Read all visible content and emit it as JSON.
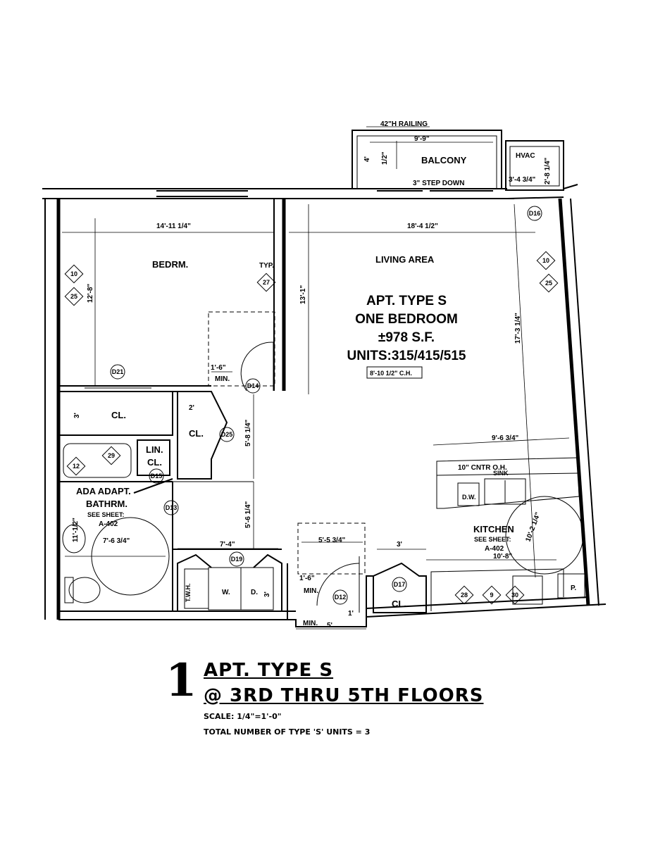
{
  "plan": {
    "balcony": {
      "railing": "42\"H RAILING",
      "width": "9'-9\"",
      "name": "BALCONY",
      "step": "3\" STEP DOWN",
      "depth": "4'",
      "depth2": "1/2\""
    },
    "hvac": {
      "name": "HVAC",
      "dim_w": "3'-4 3/4\"",
      "dim_h": "2'-8 1/4\""
    },
    "bedroom": {
      "name": "BEDRM.",
      "width": "14'-11 1/4\"",
      "depth": "12'-8\"",
      "typ": "TYP."
    },
    "living": {
      "name": "LIVING AREA",
      "width": "18'-4 1/2\"",
      "depth": "13'-1\"",
      "depth_right": "17'-3 1/4\""
    },
    "apt_info": {
      "line1": "APT. TYPE S",
      "line2": "ONE BEDROOM",
      "line3": "±978 S.F.",
      "line4": "UNITS:315/415/515",
      "ceiling": "8'-10 1/2\" C.H."
    },
    "closets": {
      "cl1": "CL.",
      "cl1_dim": "3'",
      "cl2": "CL.",
      "cl2_dim": "2'",
      "lin1": "LIN.",
      "lin2": "CL.",
      "cl3": "CL.",
      "cl3_dim": "3'"
    },
    "bath": {
      "name1": "ADA ADAPT.",
      "name2": "BATHRM.",
      "see": "SEE SHEET:",
      "sheet": "A-402",
      "dim1": "7'-6 3/4\"",
      "dim2": "11'-1/2\""
    },
    "kitchen": {
      "name": "KITCHEN",
      "see": "SEE SHEET:",
      "sheet": "A-402",
      "counter": "10\" CNTR O.H.",
      "dim_top": "9'-6 3/4\"",
      "dim_bottom": "10'-8\"",
      "dim_side": "10'-2 1/4\"",
      "dw": "D.W.",
      "sink_label": "SINK",
      "pantry": "P."
    },
    "laundry": {
      "twh": "T.W.H.",
      "washer": "W.",
      "dryer": "D.",
      "dryer_dim": "3'",
      "dim": "7'-4\""
    },
    "hall": {
      "dim1": "5'-8 1/4\"",
      "dim2": "5'-6 1/4\"",
      "entry_w": "5'-5 3/4\"",
      "entry_dim": "5'",
      "entry_min": "MIN.",
      "entry_clear": "1'-6\"",
      "small_dim": "1'"
    },
    "clearance": {
      "dim": "1'-6\"",
      "min": "MIN."
    },
    "tags": [
      "10",
      "25",
      "27",
      "29",
      "12",
      "10",
      "25",
      "28",
      "9",
      "30"
    ],
    "doors": [
      "D21",
      "D14",
      "D25",
      "D15",
      "D13",
      "D19",
      "D12",
      "D17",
      "D16"
    ]
  },
  "title_block": {
    "number": "1",
    "line1": "APT. TYPE S",
    "line2": "@ 3RD THRU 5TH FLOORS",
    "scale": "SCALE: 1/4\"=1'-0\"",
    "units": "TOTAL NUMBER OF TYPE 'S' UNITS = 3"
  }
}
